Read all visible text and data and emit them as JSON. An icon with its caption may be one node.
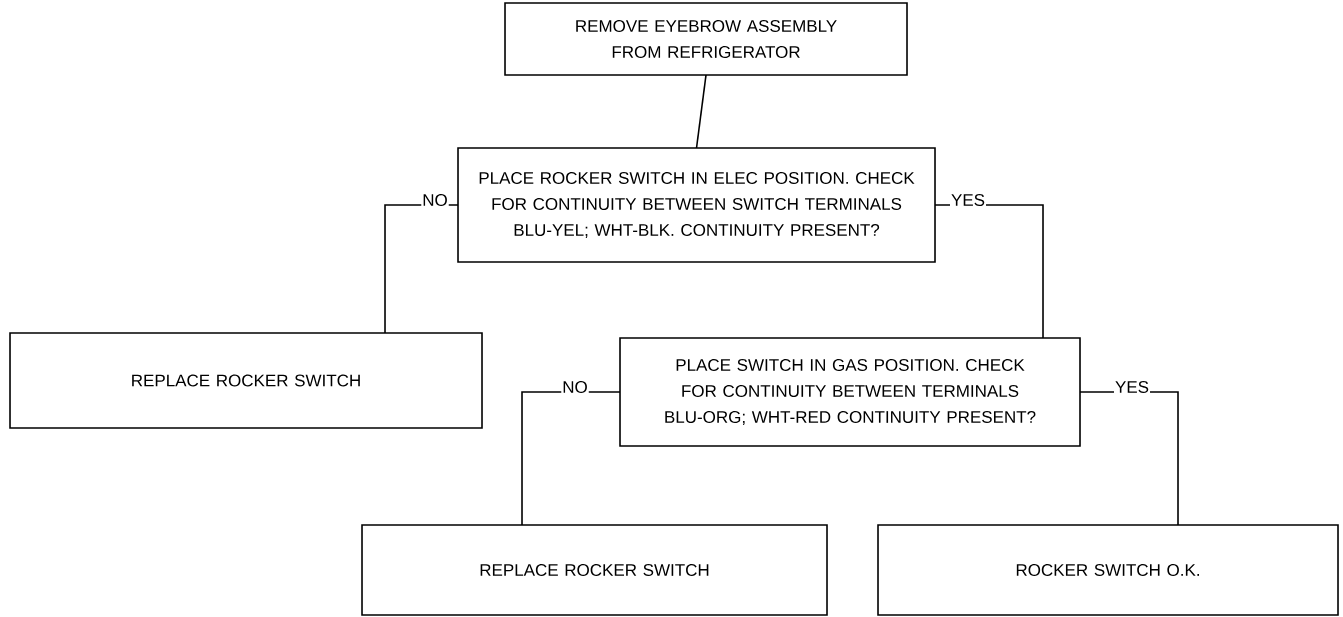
{
  "diagram": {
    "nodes": [
      {
        "text": [
          "REMOVE EYEBROW ASSEMBLY FROM REFRIGERATOR"
        ]
      },
      {
        "text": [
          "PLACE ROCKER SWITCH IN ELEC POSITION. CHECK FOR CONTINUITY BETWEEN SWITCH TERMINALS BLU-YEL; WHT-BLK. CONTINUITY PRESENT?"
        ]
      },
      {
        "text": [
          "REPLACE ROCKER SWITCH"
        ]
      },
      {
        "text": [
          "PLACE SWITCH IN GAS POSITION. CHECK FOR CONTINUITY BETWEEN TERMINALS BLU-ORG; WHT-RED CONTINUITY PRESENT?"
        ]
      },
      {
        "text": [
          "REPLACE ROCKER SWITCH"
        ]
      },
      {
        "text": [
          "ROCKER SWITCH O.K."
        ]
      }
    ],
    "edges": [
      {
        "from": 0,
        "to": 1,
        "arrow": "none"
      },
      {
        "from": 1,
        "to": 2,
        "arrow": "none",
        "label": "NO"
      },
      {
        "from": 1,
        "to": 3,
        "arrow": "none",
        "label": "YES"
      },
      {
        "from": 3,
        "to": 4,
        "arrow": "none",
        "label": "NO"
      },
      {
        "from": 3,
        "to": 5,
        "arrow": "none",
        "label": "YES"
      }
    ]
  }
}
